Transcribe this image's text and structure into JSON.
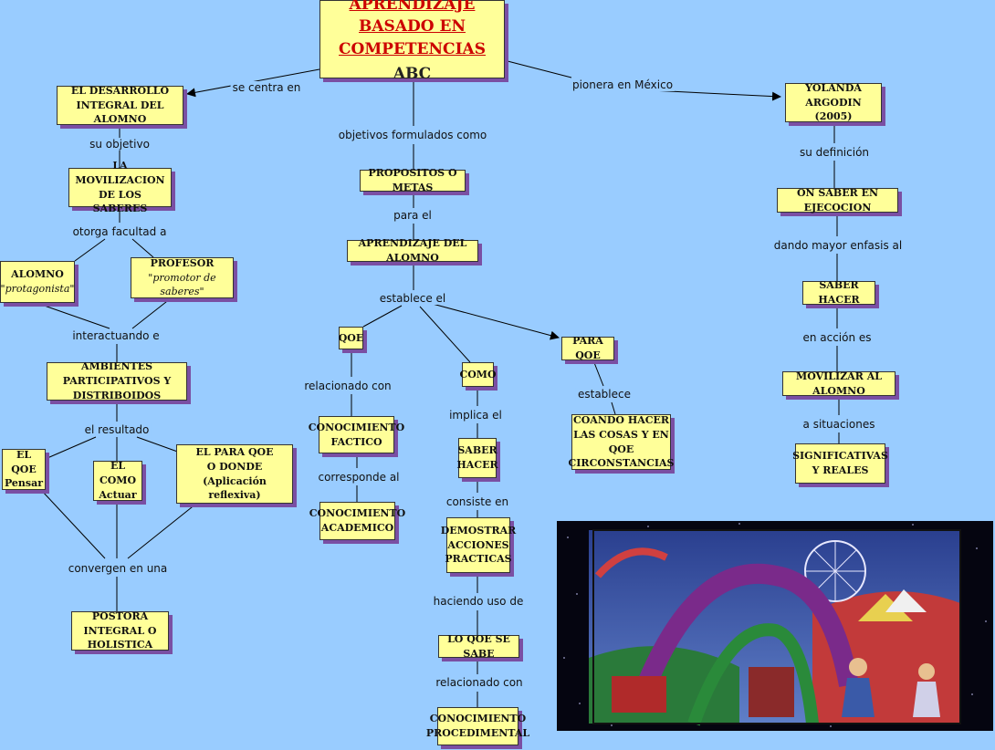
{
  "title": {
    "line1": "APRENDIZAJE BASADO EN",
    "line2": "COMPETENCIAS",
    "line3": "ABC"
  },
  "nodes": {
    "desarrollo": "EL DESARROLLO INTEGRAL DEL ALOMNO",
    "movilizacion": "LA MOVILIZACION DE LOS SABERES",
    "alumno": {
      "title": "ALOMNO",
      "sub": "\"protagonista\""
    },
    "profesor": {
      "title": "PROFESOR",
      "sub": "\"promotor de saberes\""
    },
    "ambientes": "AMBIENTES PARTICIPATIVOS Y DISTRIBOIDOS",
    "que_pensar": "EL QOE Pensar",
    "como_actuar": "EL COMO Actuar",
    "para_que_donde": {
      "line1": "EL PARA QOE",
      "line2": "O DONDE",
      "line3": "(Aplicación reflexiva)"
    },
    "postura": "POSTORA INTEGRAL O HOLISTICA",
    "propositos": "PROPOSITOS O METAS",
    "aprendizaje": "APRENDIZAJE DEL ALOMNO",
    "que": "QOE",
    "como": "COMO",
    "para_que": "PARA QOE",
    "conocimiento_factico": "CONOCIMIENTO FACTICO",
    "conocimiento_academico": "CONOCIMIENTO ACADEMICO",
    "saber_hacer_mid": "SABER HACER",
    "demostrar": "DEMOSTRAR ACCIONES PRACTICAS",
    "lo_que_se_sabe": "LO QOE SE SABE",
    "conocimiento_procedimental": "CONOCIMIENTO PROCEDIMENTAL",
    "cuando": "COANDO HACER LAS COSAS Y EN QOE CIRCONSTANCIAS",
    "yolanda": "YOLANDA ARGODIN (2005)",
    "un_saber": "ON SABER EN EJECOCION",
    "saber_hacer_right": "SABER HACER",
    "movilizar": "MOVILIZAR AL ALOMNO",
    "significativas": "SIGNIFICATIVAS Y REALES"
  },
  "labels": {
    "se_centra_en": "se centra en",
    "pionera": "pionera en México",
    "objetivos": "objetivos formulados como",
    "su_objetivo": "su objetivo",
    "otorga": "otorga facultad a",
    "interactuando": "interactuando e",
    "el_resultado": "el resultado",
    "convergen": "convergen en una",
    "para_el": "para el",
    "establece_el": "establece el",
    "relacionado_con_1": "relacionado con",
    "corresponde_al": "corresponde al",
    "implica_el": "implica el",
    "consiste_en": "consiste en",
    "haciendo_uso": "haciendo uso de",
    "relacionado_con_2": "relacionado con",
    "establece": "establece",
    "su_definicion": "su definición",
    "dando_mayor": "dando mayor enfasis al",
    "en_accion": "en acción es",
    "a_situaciones": "a situaciones"
  },
  "colors": {
    "background": "#99ccff",
    "node_fill": "#ffff99",
    "node_shadow": "#7a4fa3",
    "title_red": "#cc0000",
    "line": "#000000"
  },
  "illustration": "circus-fair-painting"
}
